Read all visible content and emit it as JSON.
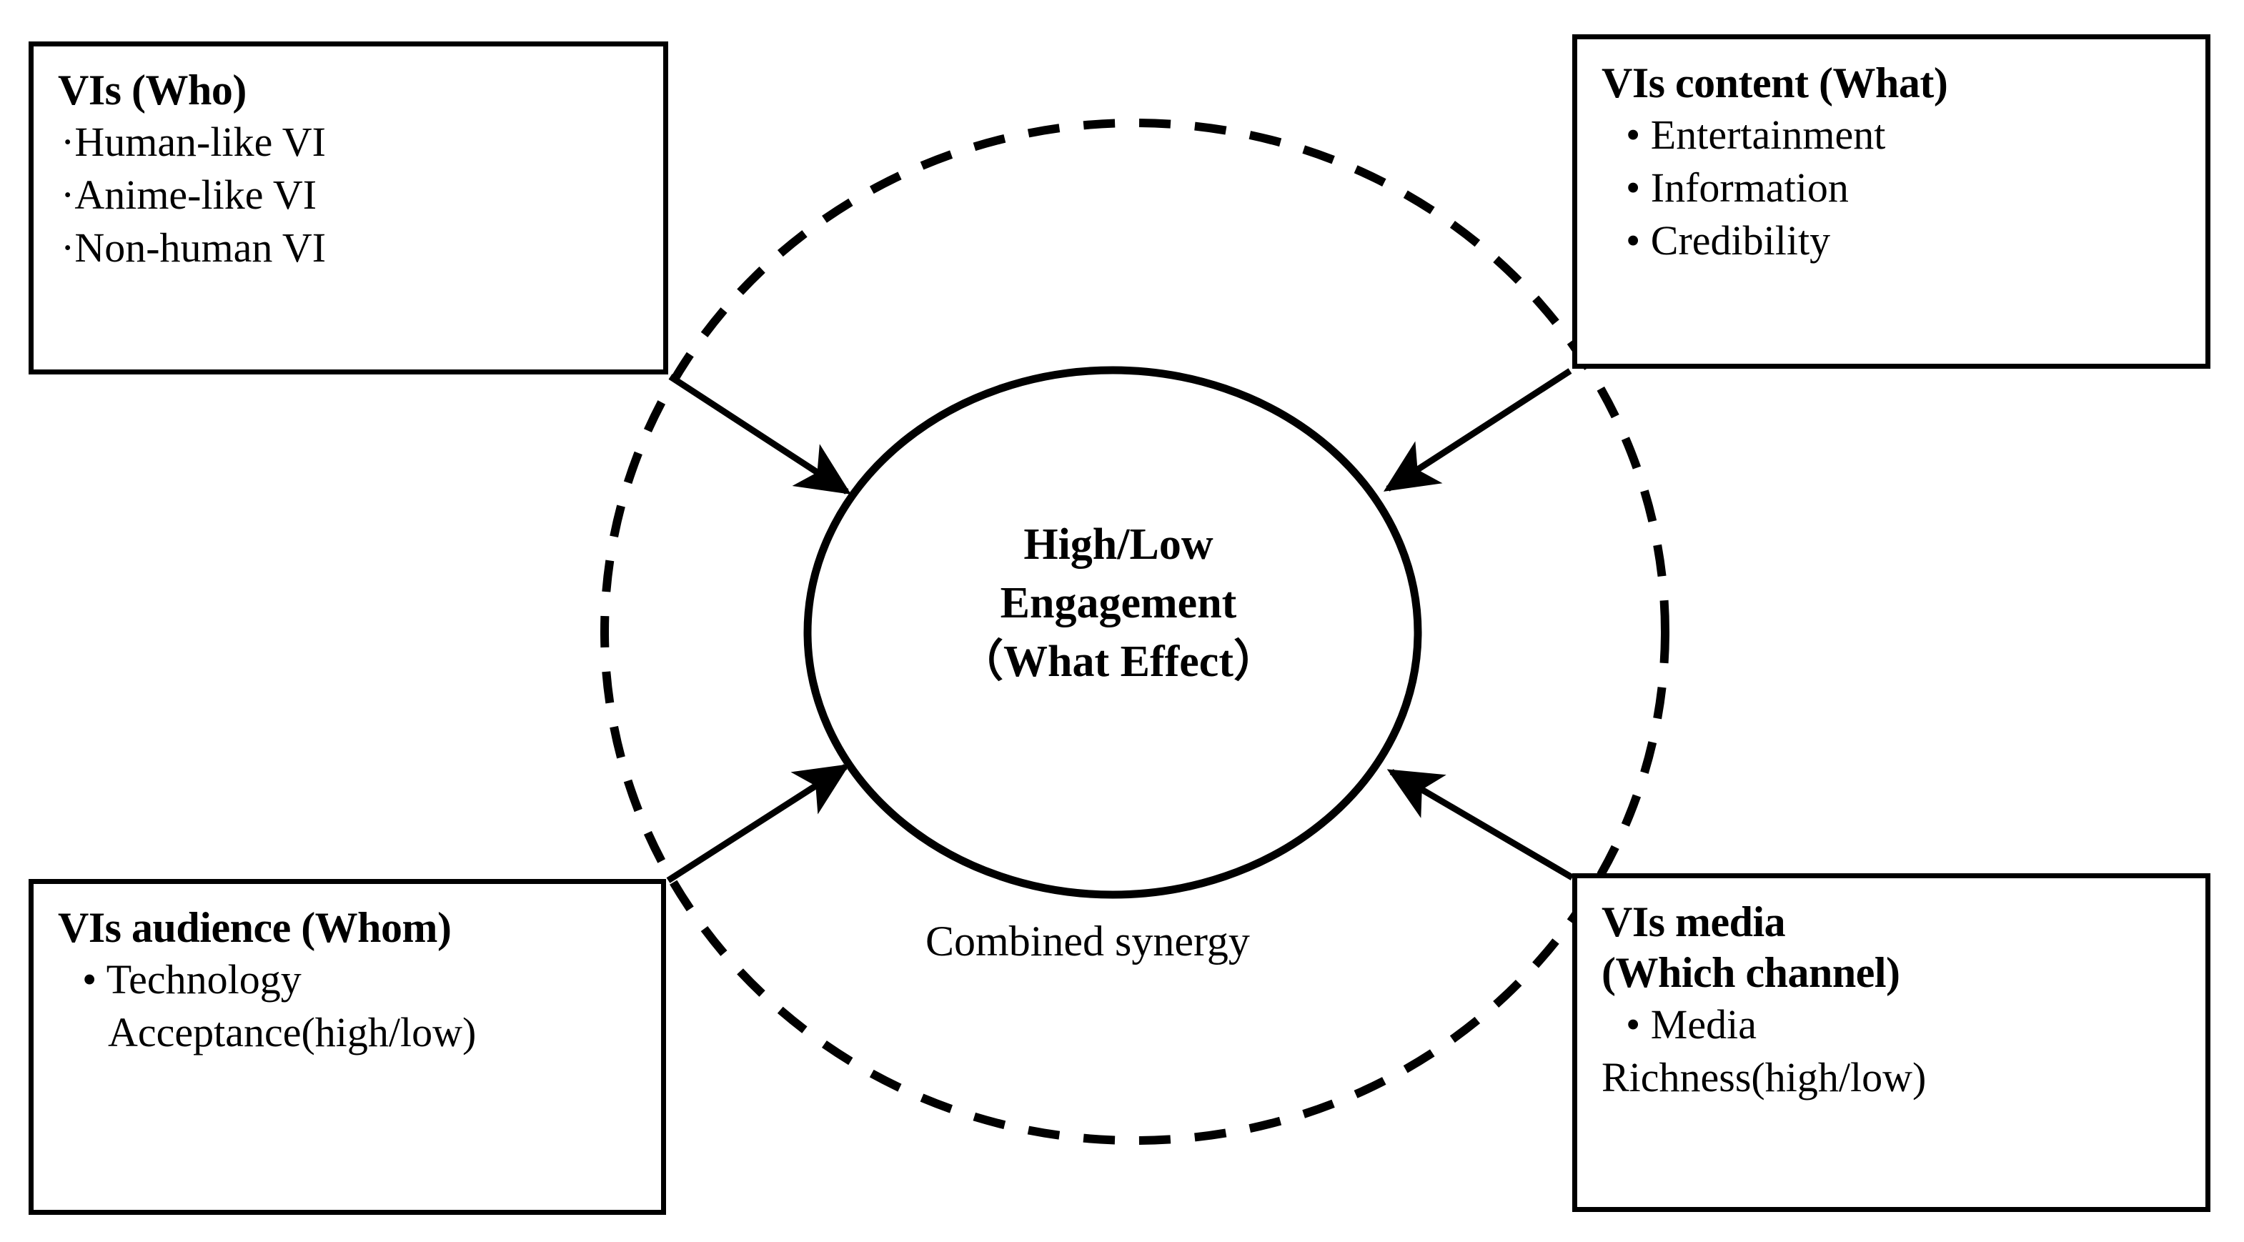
{
  "figure": {
    "title": "VIs engagement combined synergy framework",
    "stroke_color": "#000000",
    "background_color": "#ffffff"
  },
  "center": {
    "line1": "High/Low",
    "line2": "Engagement",
    "line3": "（What Effect）"
  },
  "synergy": {
    "label": "Combined synergy"
  },
  "boxes": {
    "who": {
      "title": "VIs (Who)",
      "items": [
        "·Human-like VI",
        "·Anime-like VI",
        "·Non-human VI"
      ]
    },
    "content": {
      "title": "VIs content (What)",
      "items": [
        "• Entertainment",
        "• Information",
        "• Credibility"
      ]
    },
    "audience": {
      "title": "VIs audience (Whom)",
      "items": [
        "• Technology",
        "Acceptance(high/low)"
      ]
    },
    "media": {
      "title": "VIs media\n(Which channel)",
      "items": [
        "• Media",
        "Richness(high/low)"
      ]
    }
  },
  "arrows": [
    {
      "name": "who-to-center",
      "from": "VIs (Who)",
      "to": "High/Low Engagement"
    },
    {
      "name": "content-to-center",
      "from": "VIs content (What)",
      "to": "High/Low Engagement"
    },
    {
      "name": "audience-to-center",
      "from": "VIs audience (Whom)",
      "to": "High/Low Engagement"
    },
    {
      "name": "media-to-center",
      "from": "VIs media (Which channel)",
      "to": "High/Low Engagement"
    }
  ],
  "shapes": {
    "outer_dashed_ellipse": "Combined synergy boundary",
    "inner_solid_ellipse": "High/Low Engagement (What Effect)"
  }
}
